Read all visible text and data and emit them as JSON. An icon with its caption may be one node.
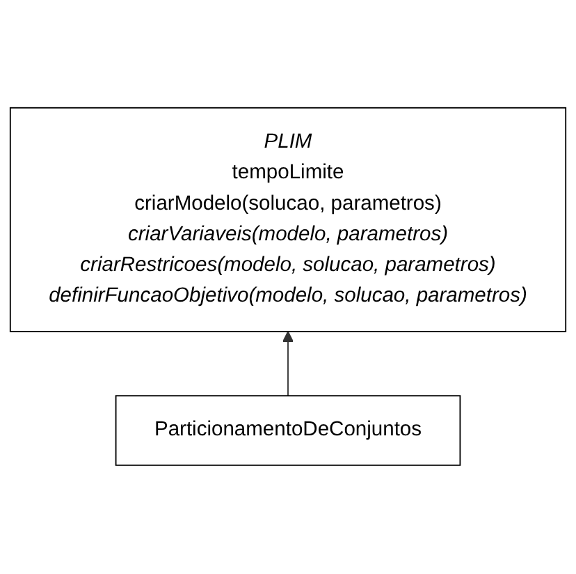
{
  "diagram": {
    "nodes": [
      {
        "text": [
          "PLIM",
          "tempoLimite",
          "criarModelo(solucao, parametros)",
          "criarVariaveis(modelo, parametros)",
          "criarRestricoes(modelo, solucao, parametros)",
          "definirFuncaoObjetivo(modelo, solucao, parametros)"
        ]
      },
      {
        "text": [
          "ParticionamentoDeConjuntos"
        ]
      }
    ],
    "edges": [
      {
        "from": 1,
        "to": 0,
        "arrow": "to"
      }
    ]
  }
}
